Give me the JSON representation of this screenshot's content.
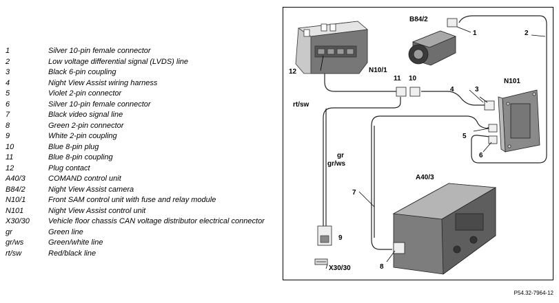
{
  "legend": [
    {
      "key": "1",
      "text": "Silver 10-pin female connector"
    },
    {
      "key": "2",
      "text": "Low voltage differential signal (LVDS) line"
    },
    {
      "key": "3",
      "text": "Black 6-pin coupling"
    },
    {
      "key": "4",
      "text": "Night View Assist wiring harness"
    },
    {
      "key": "5",
      "text": "Violet 2-pin connector"
    },
    {
      "key": "6",
      "text": "Silver 10-pin female connector"
    },
    {
      "key": "7",
      "text": "Black video signal line"
    },
    {
      "key": "8",
      "text": "Green 2-pin connector"
    },
    {
      "key": "9",
      "text": "White 2-pin coupling"
    },
    {
      "key": "10",
      "text": "Blue 8-pin plug"
    },
    {
      "key": "11",
      "text": "Blue 8-pin coupling"
    },
    {
      "key": "12",
      "text": "Plug contact"
    },
    {
      "key": "A40/3",
      "text": "COMAND control unit"
    },
    {
      "key": "B84/2",
      "text": "Night View Assist camera"
    },
    {
      "key": "N10/1",
      "text": "Front SAM control unit with fuse and relay module"
    },
    {
      "key": "N101",
      "text": "Night View Assist control unit"
    },
    {
      "key": "X30/30",
      "text": "Vehicle floor chassis CAN voltage distributor electrical connector"
    },
    {
      "key": "gr",
      "text": "Green line"
    },
    {
      "key": "gr/ws",
      "text": "Green/white line"
    },
    {
      "key": "rt/sw",
      "text": "Red/black line"
    }
  ],
  "figure": {
    "labels": {
      "b84_2": "B84/2",
      "n101": "N101",
      "n10_1": "N10/1",
      "a40_3": "A40/3",
      "x30_30": "X30/30",
      "rt_sw": "rt/sw",
      "gr": "gr",
      "gr_ws": "gr/ws",
      "c1": "1",
      "c2": "2",
      "c3": "3",
      "c4": "4",
      "c5": "5",
      "c6": "6",
      "c7": "7",
      "c8": "8",
      "c9": "9",
      "c10": "10",
      "c11": "11",
      "c12": "12"
    }
  },
  "reference": "P54.32-7964-12"
}
